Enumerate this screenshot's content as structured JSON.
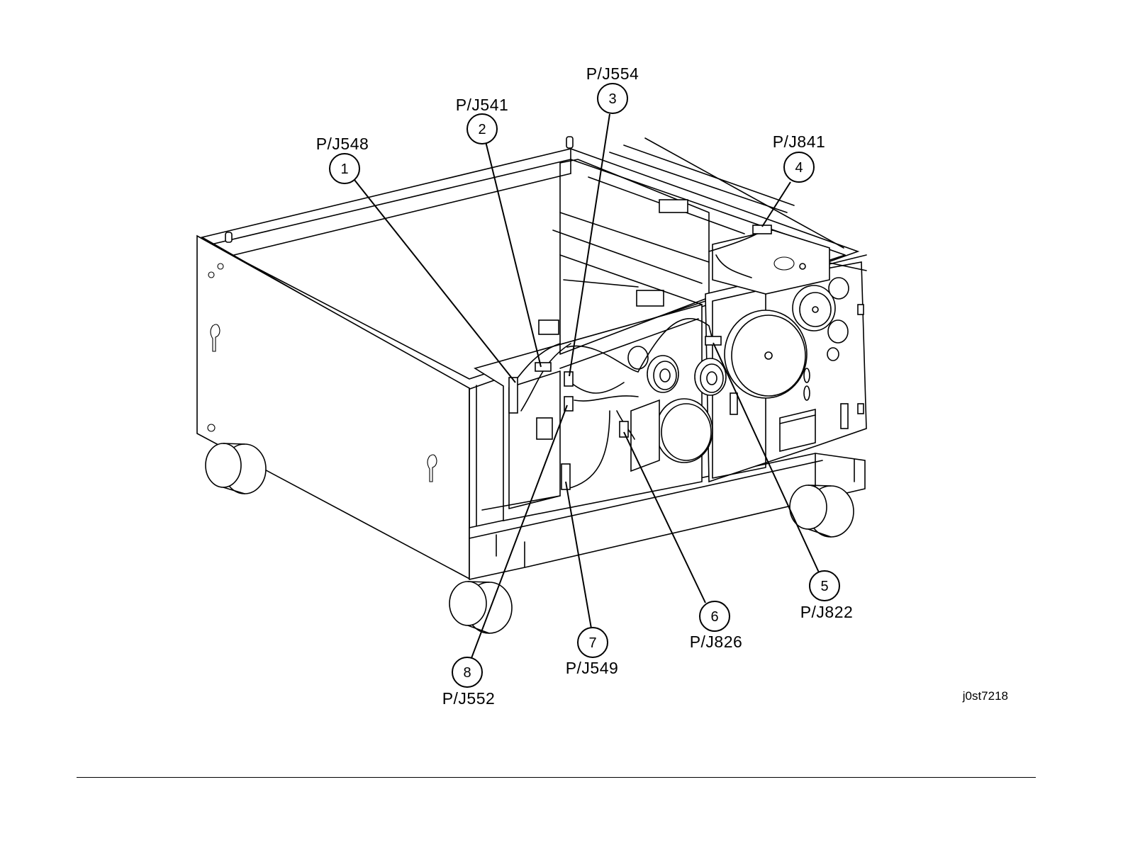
{
  "figure_id": "j0st7218",
  "callouts": [
    {
      "number": "1",
      "label": "P/J548"
    },
    {
      "number": "2",
      "label": "P/J541"
    },
    {
      "number": "3",
      "label": "P/J554"
    },
    {
      "number": "4",
      "label": "P/J841"
    },
    {
      "number": "5",
      "label": "P/J822"
    },
    {
      "number": "6",
      "label": "P/J826"
    },
    {
      "number": "7",
      "label": "P/J549"
    },
    {
      "number": "8",
      "label": "P/J552"
    }
  ]
}
